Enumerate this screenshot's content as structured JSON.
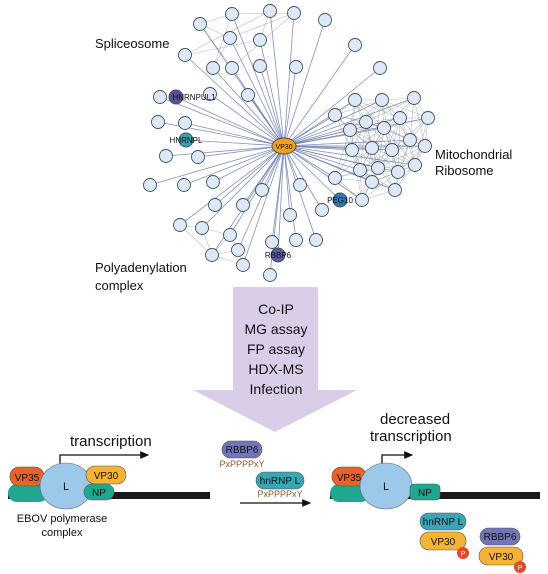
{
  "network": {
    "hub": {
      "label": "VP30",
      "color": "#f0a020"
    },
    "node_fill": "#dde9f7",
    "node_stroke": "#44505c",
    "edge_color": "#6f7fb3",
    "cluster_edge_color": "#9aa0a6",
    "highlighted": [
      {
        "label": "HNRNPUL1",
        "color": "#5a4e9c"
      },
      {
        "label": "HNRNPL",
        "color": "#3a9fb0"
      },
      {
        "label": "PEG10",
        "color": "#2d77b8"
      },
      {
        "label": "RBBP6",
        "color": "#5a5aa8"
      }
    ],
    "clusters": {
      "spliceosome": "Spliceosome",
      "mito_line1": "Mitochondrial",
      "mito_line2": "Ribosome",
      "polya_line1": "Polyadenylation",
      "polya_line2": "complex"
    }
  },
  "methods": {
    "arrow_color": "#d9cde8",
    "items": [
      "Co-IP",
      "MG assay",
      "FP assay",
      "HDX-MS",
      "Infection"
    ]
  },
  "left_model": {
    "transcription": "transcription",
    "L": "L",
    "VP35": "VP35",
    "VP30": "VP30",
    "NP": "NP",
    "caption_line1": "EBOV polymerase",
    "caption_line2": "complex"
  },
  "middle": {
    "rbbp6": "RBBP6",
    "motif1": "PxPPPPxY",
    "hnrnpl": "hnRNP L",
    "motif2": "PxPPPPxY"
  },
  "right_model": {
    "decreased_line1": "decreased",
    "decreased_line2": "transcription",
    "L": "L",
    "VP35": "VP35",
    "NP": "NP",
    "hnrnpl": "hnRNP L",
    "rbbp6": "RBBP6",
    "vp30_a": "VP30",
    "vp30_b": "VP30",
    "p_a": "P",
    "p_b": "P"
  },
  "colors": {
    "vp35": "#e8622a",
    "vp30": "#f5b335",
    "np": "#1fa88f",
    "L": "#9cc8ea",
    "rbbp6": "#7276b8",
    "hnrnpl": "#3aa5b5",
    "phospho": "#e24a2a",
    "motif": "#8a5a2a",
    "rna": "#1a1a1a"
  }
}
